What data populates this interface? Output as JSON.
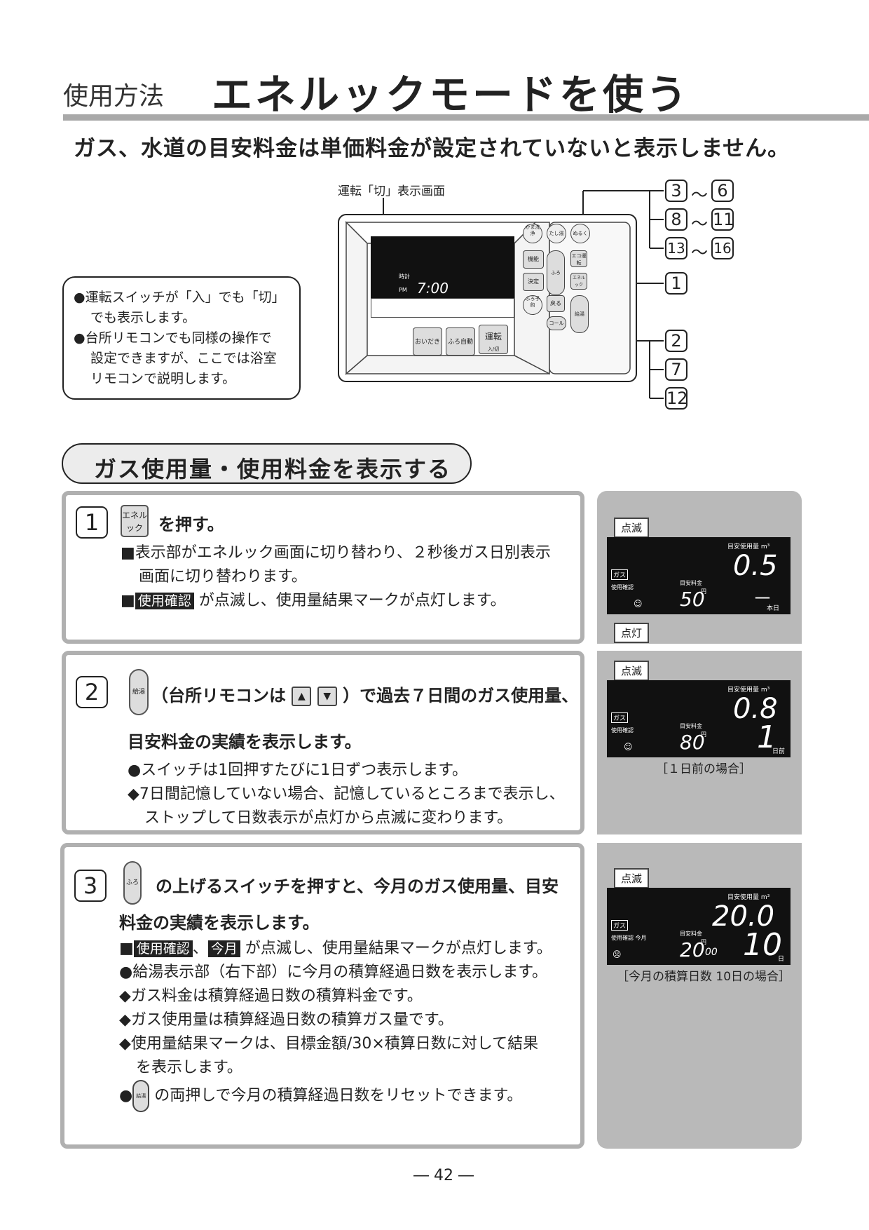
{
  "header": {
    "category": "使用方法",
    "title": "エネルックモードを使う"
  },
  "notice": "ガス、水道の目安料金は単価料金が設定されていないと表示しません。",
  "diagram": {
    "caption": "運転「切」表示画面",
    "screen_time_label_top": "時計",
    "screen_time_label_pm": "PM",
    "screen_time": "7:00",
    "buttons": {
      "oidaki": "おいだき",
      "furo_auto": "ふろ自動",
      "unten": "運転",
      "unten_sub": "入/切",
      "kama": "かま洗浄",
      "tashi": "たし湯",
      "nuruku": "ぬるく",
      "kino": "機能",
      "kettei": "決定",
      "furo_yoyaku": "ふろ予約",
      "modoru": "戻る",
      "call": "コール",
      "eco": "エコ運転",
      "eneruck": "エネルック",
      "furo": "ふろ",
      "kyuto": "給湯"
    },
    "callouts_right": {
      "r1a": "3",
      "r1b": "6",
      "r2a": "8",
      "r2b": "11",
      "r3a": "13",
      "r3b": "16",
      "r4": "1",
      "r5": "2",
      "r6": "7",
      "r7": "12",
      "tilde": "～"
    }
  },
  "callout_box": {
    "line1": "●運転スイッチが「入」でも「切」",
    "line2": "でも表示します。",
    "line3": "●台所リモコンでも同様の操作で",
    "line4": "設定できますが、ここでは浴室",
    "line5": "リモコンで説明します。"
  },
  "section_title": "ガス使用量・使用料金を表示する",
  "steps": [
    {
      "num": "1",
      "btn_label": "エネルック",
      "heading": "を押す。",
      "lines": [
        "■表示部がエネルック画面に切り替わり、２秒後ガス日別表示",
        "画面に切り替わります。"
      ],
      "line3_pre": "■",
      "line3_chip": "使用確認",
      "line3_post": " が点滅し、使用量結果マークが点灯します。"
    },
    {
      "num": "2",
      "btn_label": "給湯",
      "heading_a": "（台所リモコンは",
      "heading_b": "）で過去７日間のガス使用量、",
      "heading_c": "目安料金の実績を表示します。",
      "bullet1": "●スイッチは1回押すたびに1日ずつ表示します。",
      "bullet2": "◆7日間記憶していない場合、記憶しているところまで表示し、",
      "bullet2b": "ストップして日数表示が点灯から点滅に変わります。"
    },
    {
      "num": "3",
      "btn_label": "ふろ",
      "heading_a": "の上げるスイッチを押すと、今月のガス使用量、目安",
      "heading_b": "料金の実績を表示します。",
      "l1_pre": "■",
      "l1_chip1": "使用確認",
      "l1_sep": "、",
      "l1_chip2": "今月",
      "l1_post": " が点滅し、使用量結果マークが点灯します。",
      "l2": "●給湯表示部（右下部）に今月の積算経過日数を表示します。",
      "l3": "◆ガス料金は積算経過日数の積算料金です。",
      "l4": "◆ガス使用量は積算経過日数の積算ガス量です。",
      "l5": "◆使用量結果マークは、目標金額/30×積算日数に対して結果",
      "l5b": "を表示します。",
      "l6_pre": "●",
      "l6_btn": "給湯",
      "l6_post": " の両押しで今月の積算経過日数をリセットできます。"
    }
  ],
  "displays": [
    {
      "tag_top": "点滅",
      "tag_bottom": "点灯",
      "label_usage": "目安使用量 m³",
      "usage": "0.5",
      "gas": "ガス",
      "confirm": "使用確認",
      "label_fee": "目安料金",
      "fee": "50",
      "yen": "円",
      "day": "－",
      "day_unit": "本日"
    },
    {
      "tag_top": "点滅",
      "label_usage": "目安使用量 m³",
      "usage": "0.8",
      "gas": "ガス",
      "confirm": "使用確認",
      "label_fee": "目安料金",
      "fee": "80",
      "yen": "円",
      "day": "1",
      "day_unit": "日前",
      "caption": "［１日前の場合］"
    },
    {
      "tag_top": "点滅",
      "label_usage": "目安使用量 m³",
      "usage": "20.0",
      "gas": "ガス",
      "confirm": "使用確認 今月",
      "label_fee": "目安料金",
      "fee": "20",
      "fee_small": "00",
      "yen": "円",
      "day": "10",
      "day_unit": "日",
      "caption": "［今月の積算日数 10日の場合］"
    }
  ],
  "footer": {
    "page": "― 42 ―"
  }
}
